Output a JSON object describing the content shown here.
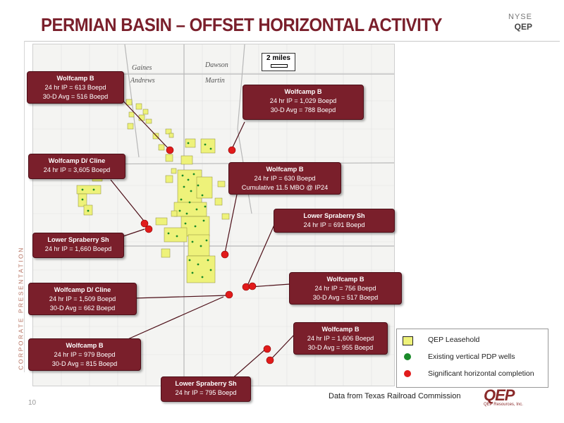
{
  "title": "PERMIAN BASIN – OFFSET HORIZONTAL ACTIVITY",
  "exchange": "NYSE",
  "ticker": "QEP",
  "side_label": "CORPORATE PRESENTATION",
  "page_number": "10",
  "source_note": "Data from Texas Railroad Commission",
  "logo": {
    "mark": "QEP",
    "sub": "QEP Resources, Inc."
  },
  "map": {
    "scale_label": "2 miles",
    "counties": [
      "Gaines",
      "Dawson",
      "Andrews",
      "Martin"
    ]
  },
  "callouts": [
    {
      "id": "c1",
      "title": "Wolfcamp B",
      "lines": [
        "24 hr IP = 613 Boepd",
        "30-D Avg = 516 Boepd"
      ]
    },
    {
      "id": "c2",
      "title": "Wolfcamp B",
      "lines": [
        "24 hr IP = 1,029 Boepd",
        "30-D Avg = 788 Boepd"
      ]
    },
    {
      "id": "c3",
      "title": "Wolfcamp D/ Cline",
      "lines": [
        "24 hr IP = 3,605 Boepd"
      ]
    },
    {
      "id": "c4",
      "title": "Wolfcamp B",
      "lines": [
        "24 hr IP = 630 Boepd",
        "Cumulative 11.5 MBO @ IP24"
      ]
    },
    {
      "id": "c5",
      "title": "Lower Spraberry Sh",
      "lines": [
        "24 hr IP = 691 Boepd"
      ]
    },
    {
      "id": "c6",
      "title": "Lower Spraberry Sh",
      "lines": [
        "24 hr IP = 1,660 Boepd"
      ]
    },
    {
      "id": "c7",
      "title": "Wolfcamp B",
      "lines": [
        "24 hr IP = 756 Boepd",
        "30-D Avg = 517 Boepd"
      ]
    },
    {
      "id": "c8",
      "title": "Wolfcamp D/ Cline",
      "lines": [
        "24 hr IP = 1,509 Boepd",
        "30-D Avg = 662 Boepd"
      ]
    },
    {
      "id": "c9",
      "title": "Wolfcamp B",
      "lines": [
        "24 hr IP = 1,606 Boepd",
        "30-D Avg = 955 Boepd"
      ]
    },
    {
      "id": "c10",
      "title": "Wolfcamp B",
      "lines": [
        "24 hr IP = 979 Boepd",
        "30-D Avg = 815 Boepd"
      ]
    },
    {
      "id": "c11",
      "title": "Lower Spraberry Sh",
      "lines": [
        "24 hr IP = 795 Boepd"
      ]
    }
  ],
  "legend": {
    "items": [
      {
        "label": "QEP Leasehold",
        "swatch": "box",
        "color": "#eef27a"
      },
      {
        "label": "Existing vertical PDP wells",
        "swatch": "dot",
        "color": "#1a8a2a"
      },
      {
        "label": "Significant horizontal completion",
        "swatch": "dot",
        "color": "#e11b1b"
      }
    ]
  },
  "colors": {
    "brand": "#7a1f2b",
    "leasehold": "#eef27a",
    "pdp_well": "#1a8a2a",
    "completion": "#e11b1b"
  }
}
